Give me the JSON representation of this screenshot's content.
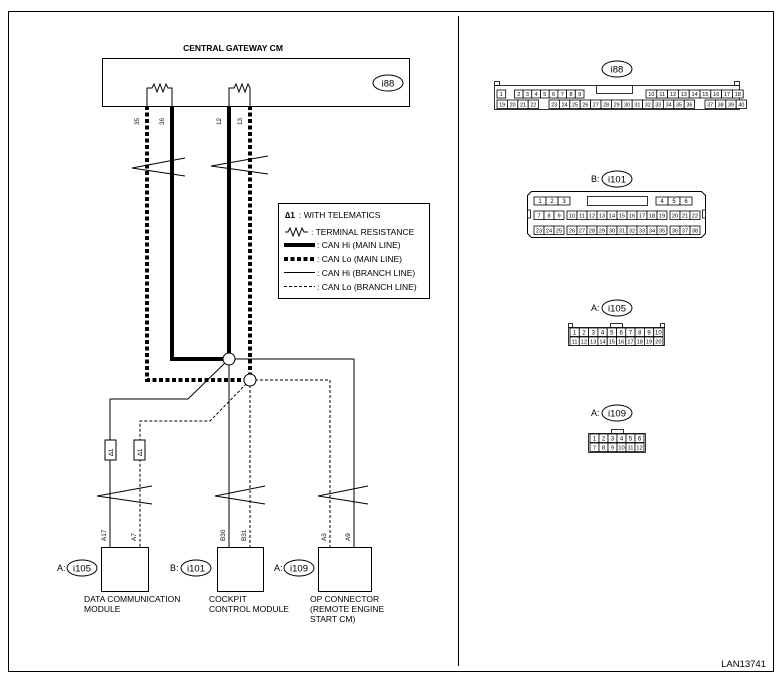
{
  "title": "CENTRAL GATEWAY CM",
  "figure_code": "LAN13741",
  "gateway": {
    "connector_tag": "i88",
    "pins": {
      "p35": "35",
      "p36": "36",
      "p12": "12",
      "p13": "13"
    }
  },
  "legend": {
    "telematics_symbol": "∆1",
    "items": [
      {
        "text": ": WITH TELEMATICS"
      },
      {
        "text": ": TERMINAL RESISTANCE"
      },
      {
        "text": ": CAN Hi (MAIN LINE)"
      },
      {
        "text": ": CAN Lo (MAIN LINE)"
      },
      {
        "text": ": CAN Hi (BRANCH LINE)"
      },
      {
        "text": ": CAN Lo (BRANCH LINE)"
      }
    ]
  },
  "fuse_marks": {
    "left": "∆1",
    "right": "∆1"
  },
  "modules": [
    {
      "prefix": "A:",
      "tag": "i105",
      "pin_a": "A17",
      "pin_b": "A7",
      "name_lines": [
        "DATA COMMUNICATION",
        "MODULE"
      ]
    },
    {
      "prefix": "B:",
      "tag": "i101",
      "pin_a": "B30",
      "pin_b": "B31",
      "name_lines": [
        "COCKPIT",
        "CONTROL MODULE"
      ]
    },
    {
      "prefix": "A:",
      "tag": "i109",
      "pin_a": "A3",
      "pin_b": "A9",
      "name_lines": [
        "OP CONNECTOR",
        "(REMOTE ENGINE",
        "START CM)"
      ]
    }
  ],
  "connectors": {
    "i88": {
      "tag": "i88",
      "row1": [
        "1",
        "",
        "2",
        "3",
        "4",
        "5",
        "6",
        "7",
        "8",
        "9",
        "",
        "10",
        "11",
        "12",
        "13",
        "14",
        "15",
        "16",
        "17",
        "18"
      ],
      "row2": [
        "19",
        "20",
        "21",
        "22",
        "",
        "23",
        "24",
        "25",
        "26",
        "27",
        "28",
        "29",
        "30",
        "31",
        "32",
        "33",
        "34",
        "35",
        "36",
        "",
        "37",
        "38",
        "39",
        "40"
      ]
    },
    "i101": {
      "prefix": "B:",
      "tag": "i101",
      "row1a": [
        "1",
        "2",
        "3"
      ],
      "row1b": [
        "4",
        "5",
        "6"
      ],
      "row2": [
        [
          "7",
          "8",
          "9"
        ],
        [
          "10",
          "11",
          "12",
          "13",
          "14"
        ],
        [
          "15",
          "16",
          "17",
          "18",
          "19"
        ],
        [
          "20",
          "21",
          "22"
        ]
      ],
      "row3": [
        [
          "23",
          "24",
          "25"
        ],
        [
          "26",
          "27",
          "28",
          "29",
          "30"
        ],
        [
          "31",
          "32",
          "33",
          "34",
          "35"
        ],
        [
          "36",
          "37",
          "38"
        ]
      ]
    },
    "i105": {
      "prefix": "A:",
      "tag": "i105",
      "row1": [
        "1",
        "2",
        "3",
        "4",
        "5",
        "6",
        "7",
        "8",
        "9",
        "10"
      ],
      "row2": [
        "11",
        "12",
        "13",
        "14",
        "15",
        "16",
        "17",
        "18",
        "19",
        "20"
      ]
    },
    "i109": {
      "prefix": "A:",
      "tag": "i109",
      "row1": [
        "1",
        "2",
        "3",
        "4",
        "5",
        "6"
      ],
      "row2": [
        "7",
        "8",
        "9",
        "10",
        "11",
        "12"
      ]
    }
  }
}
